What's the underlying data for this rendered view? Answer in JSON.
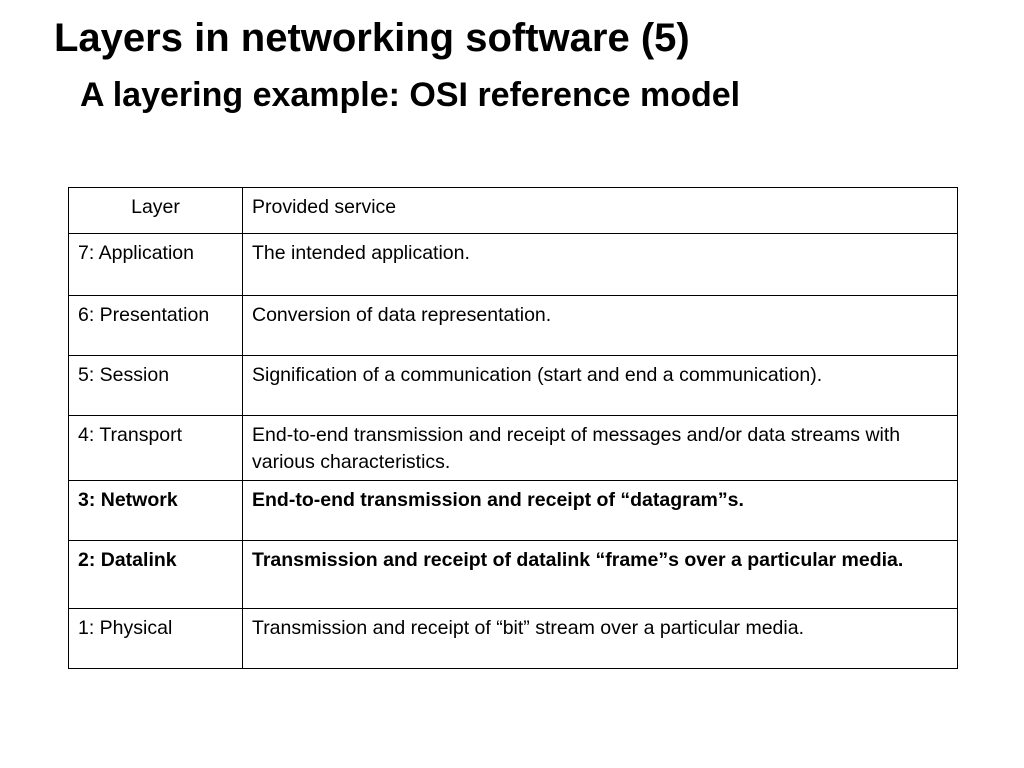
{
  "slide": {
    "title": "Layers in networking software (5)",
    "subtitle": "A layering example: OSI reference model"
  },
  "table": {
    "headers": [
      "Layer",
      "Provided service"
    ],
    "rows": [
      {
        "layer": "7: Application",
        "service": "The intended application.",
        "bold": false
      },
      {
        "layer": "6: Presentation",
        "service": "Conversion of data representation.",
        "bold": false
      },
      {
        "layer": "5: Session",
        "service": "Signification of a communication (start and end a communication).",
        "bold": false
      },
      {
        "layer": "4: Transport",
        "service": "End-to-end transmission and receipt of messages and/or data streams with various characteristics.",
        "bold": false
      },
      {
        "layer": "3: Network",
        "service": "End-to-end transmission and receipt of “datagram”s.",
        "bold": true
      },
      {
        "layer": "2: Datalink",
        "service": "Transmission and receipt of datalink “frame”s over a particular media.",
        "bold": true
      },
      {
        "layer": "1: Physical",
        "service": "Transmission and receipt of “bit” stream over a particular media.",
        "bold": false
      }
    ]
  }
}
